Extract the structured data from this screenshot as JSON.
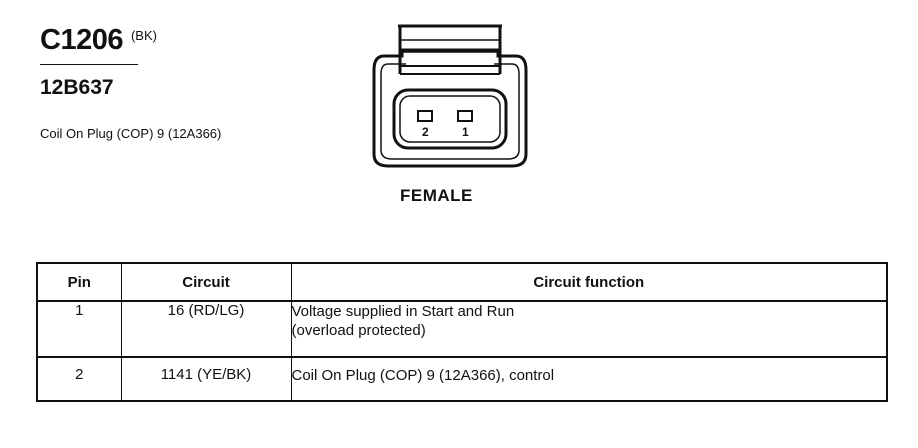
{
  "header": {
    "connector_id": "C1206",
    "connector_color": "(BK)",
    "part_number": "12B637",
    "description": "Coil On Plug (COP) 9 (12A366)"
  },
  "connector": {
    "view_label": "FEMALE",
    "pins": [
      {
        "label": "2"
      },
      {
        "label": "1"
      }
    ]
  },
  "table": {
    "headers": {
      "pin": "Pin",
      "circuit": "Circuit",
      "function": "Circuit function"
    },
    "rows": [
      {
        "pin": "1",
        "circuit": "16 (RD/LG)",
        "function_lines": [
          "Voltage supplied in Start and Run",
          "(overload protected)"
        ]
      },
      {
        "pin": "2",
        "circuit": "1141 (YE/BK)",
        "function_lines": [
          "Coil On Plug (COP) 9 (12A366), control"
        ]
      }
    ]
  }
}
